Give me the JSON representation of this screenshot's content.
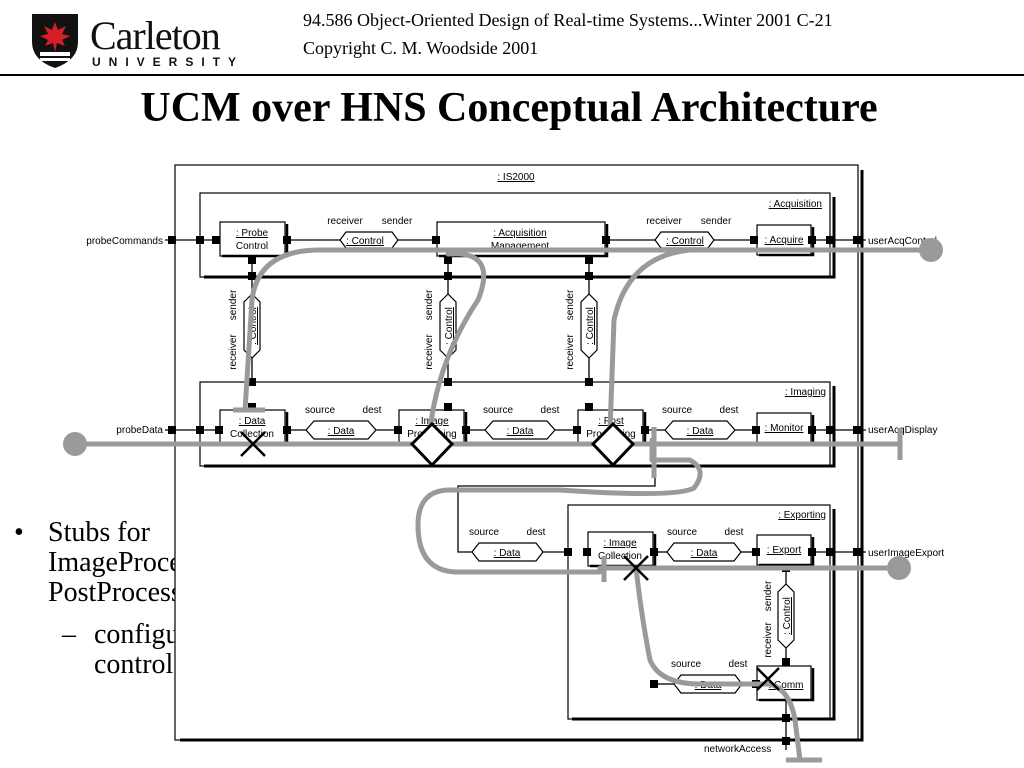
{
  "header": {
    "logo_name": "Carleton",
    "logo_sub": "UNIVERSITY",
    "course": "94.586  Object-Oriented Design of Real-time Systems...Winter 2001   C-21",
    "copyright": "Copyright C. M. Woodside  2001"
  },
  "title": "UCM over HNS Conceptual Architecture",
  "bullets": [
    {
      "text": "Stubs for ImageProcessing and PostProcessing",
      "sub": [
        "configured by control"
      ]
    }
  ],
  "diagram": {
    "outer": ": IS2000",
    "acquisition": {
      "label": ": Acquisition",
      "probe_control": [
        ": Probe",
        "Control"
      ],
      "acq_mgmt": [
        ": Acquisition",
        "Management"
      ],
      "acquire": ": Acquire",
      "control1": ": Control",
      "control2": ": Control",
      "receiver": "receiver",
      "sender": "sender"
    },
    "vertical_controls": [
      ": Control",
      ": Control",
      ": Control"
    ],
    "imaging": {
      "label": ": Imaging",
      "data_collection": [
        ": Data",
        "Collection"
      ],
      "image_processing": [
        ": Image",
        "Processing"
      ],
      "post_processing": [
        ": Post",
        "Processing"
      ],
      "monitor": ": Monitor",
      "data": ": Data",
      "source": "source",
      "dest": "dest"
    },
    "exporting": {
      "label": ": Exporting",
      "image_collection": [
        ": Image",
        "Collection"
      ],
      "export": ": Export",
      "comm": ": Comm",
      "data": ": Data",
      "control": ": Control"
    },
    "ports": {
      "probeCommands": "probeCommands",
      "userAcqControl": "userAcqControl",
      "probeData": "probeData",
      "userAcqDisplay": "userAcqDisplay",
      "userImageExport": "userImageExport",
      "networkAccess": "networkAccess"
    }
  },
  "colors": {
    "path": "#9a9a9a",
    "line": "#000000"
  }
}
